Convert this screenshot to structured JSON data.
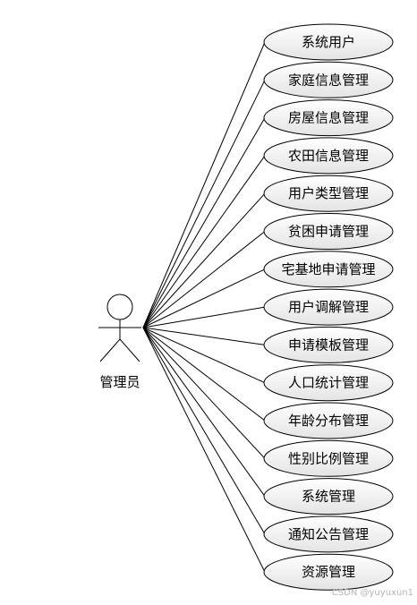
{
  "actor": {
    "label": "管理员"
  },
  "use_cases": [
    "系统用户",
    "家庭信息管理",
    "房屋信息管理",
    "农田信息管理",
    "用户类型管理",
    "贫困申请管理",
    "宅基地申请管理",
    "用户调解管理",
    "申请模板管理",
    "人口统计管理",
    "年龄分布管理",
    "性别比例管理",
    "系统管理",
    "通知公告管理",
    "资源管理"
  ],
  "watermark": "CSDN @yuyuxun1",
  "colors": {
    "line": "#000000",
    "ellipse_fill_top": "#ffffff",
    "ellipse_fill_bottom": "#e6e6e6",
    "ellipse_stroke": "#000000"
  }
}
